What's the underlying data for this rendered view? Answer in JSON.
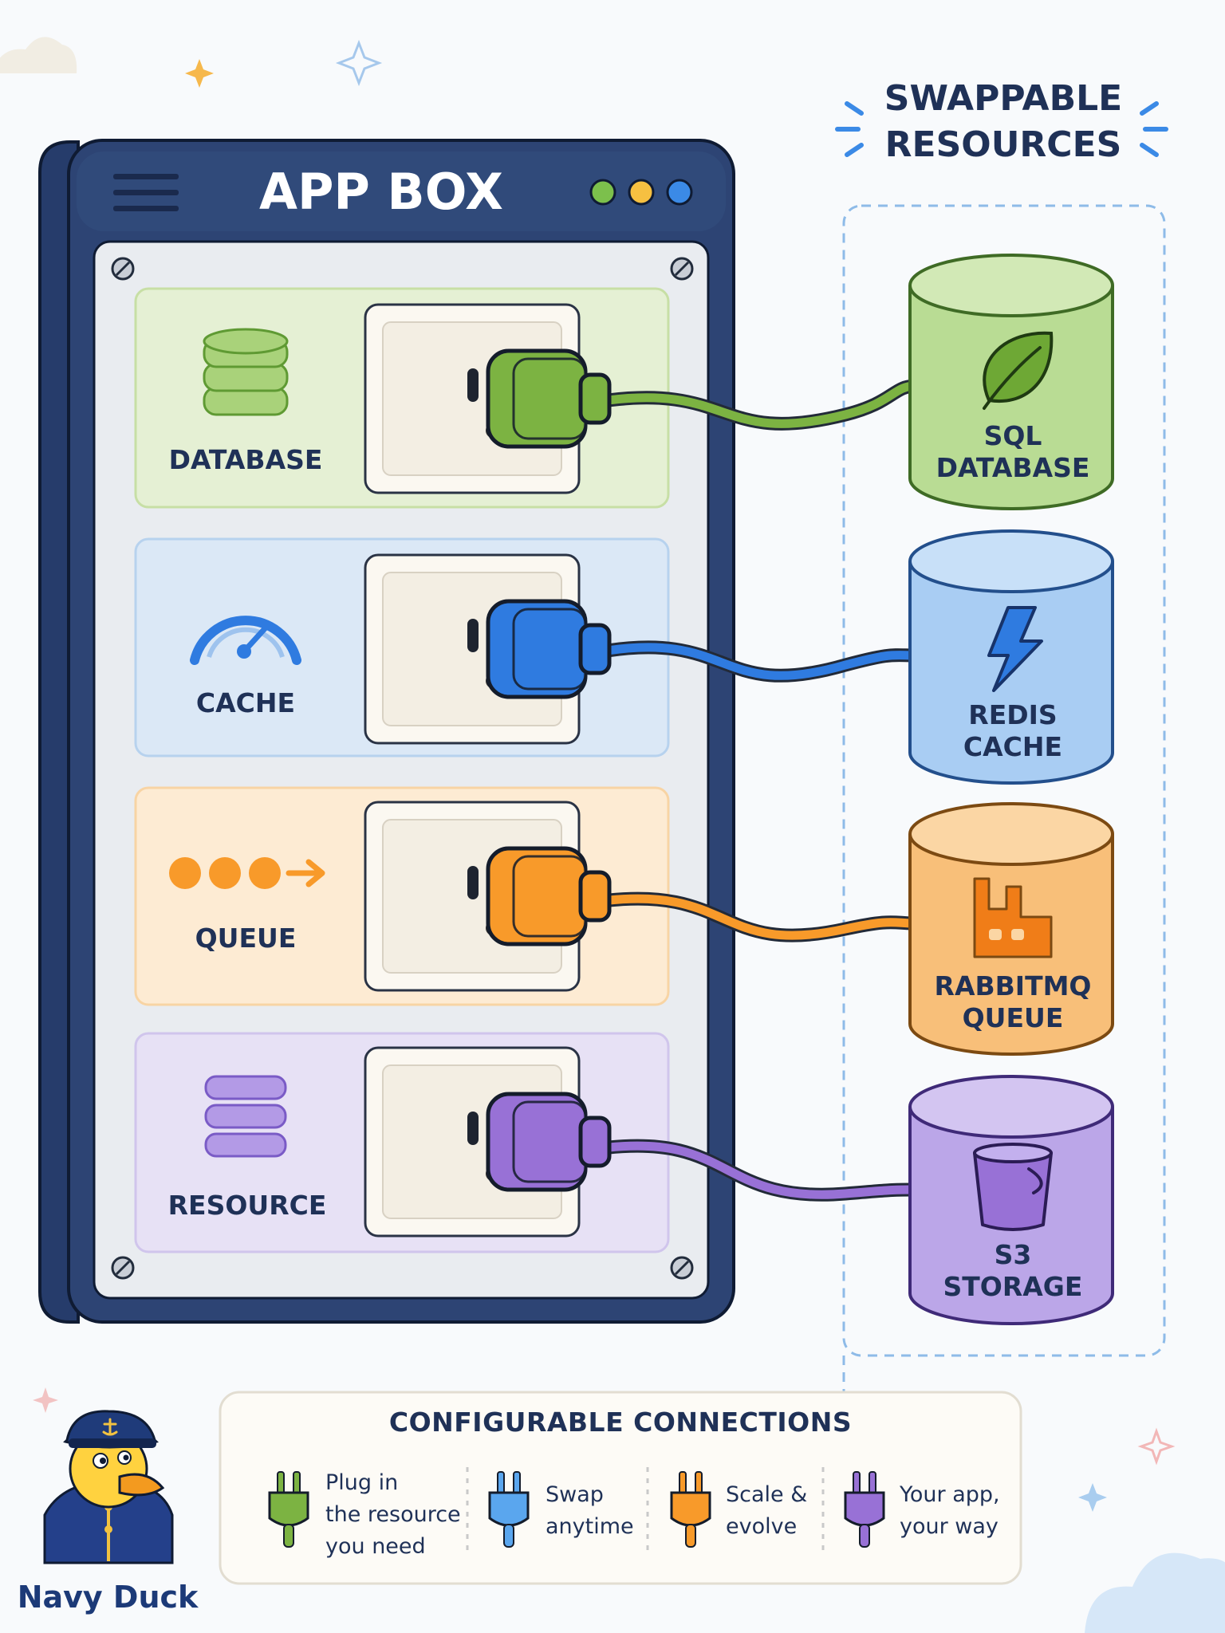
{
  "app_box": {
    "title": "APP BOX"
  },
  "slots": [
    {
      "label": "DATABASE",
      "color": "#7cb342",
      "icon": "database-stack-icon"
    },
    {
      "label": "CACHE",
      "color": "#2f7be0",
      "icon": "speedometer-icon"
    },
    {
      "label": "QUEUE",
      "color": "#f89a2a",
      "icon": "queue-dots-arrow-icon"
    },
    {
      "label": "RESOURCE",
      "color": "#9871d6",
      "icon": "resource-stack-icon"
    }
  ],
  "panel": {
    "title_lines": [
      "SWAPPABLE",
      "RESOURCES"
    ],
    "resources": [
      {
        "lines": [
          "SQL",
          "DATABASE"
        ],
        "icon": "leaf-icon",
        "color": "#7cb342"
      },
      {
        "lines": [
          "REDIS",
          "CACHE"
        ],
        "icon": "lightning-icon",
        "color": "#2f7be0"
      },
      {
        "lines": [
          "RABBITMQ",
          "QUEUE"
        ],
        "icon": "rabbitmq-icon",
        "color": "#f89a2a"
      },
      {
        "lines": [
          "S3",
          "STORAGE"
        ],
        "icon": "bucket-icon",
        "color": "#9871d6"
      }
    ]
  },
  "legend": {
    "title": "CONFIGURABLE CONNECTIONS",
    "items": [
      {
        "lines": [
          "Plug in",
          "the resource",
          "you need"
        ],
        "color": "#7cb342"
      },
      {
        "lines": [
          "Swap",
          "anytime"
        ],
        "color": "#5aa6ee"
      },
      {
        "lines": [
          "Scale &",
          "evolve"
        ],
        "color": "#f89a2a"
      },
      {
        "lines": [
          "Your app,",
          "your way"
        ],
        "color": "#9871d6"
      }
    ]
  },
  "brand": {
    "name": "Navy Duck"
  }
}
